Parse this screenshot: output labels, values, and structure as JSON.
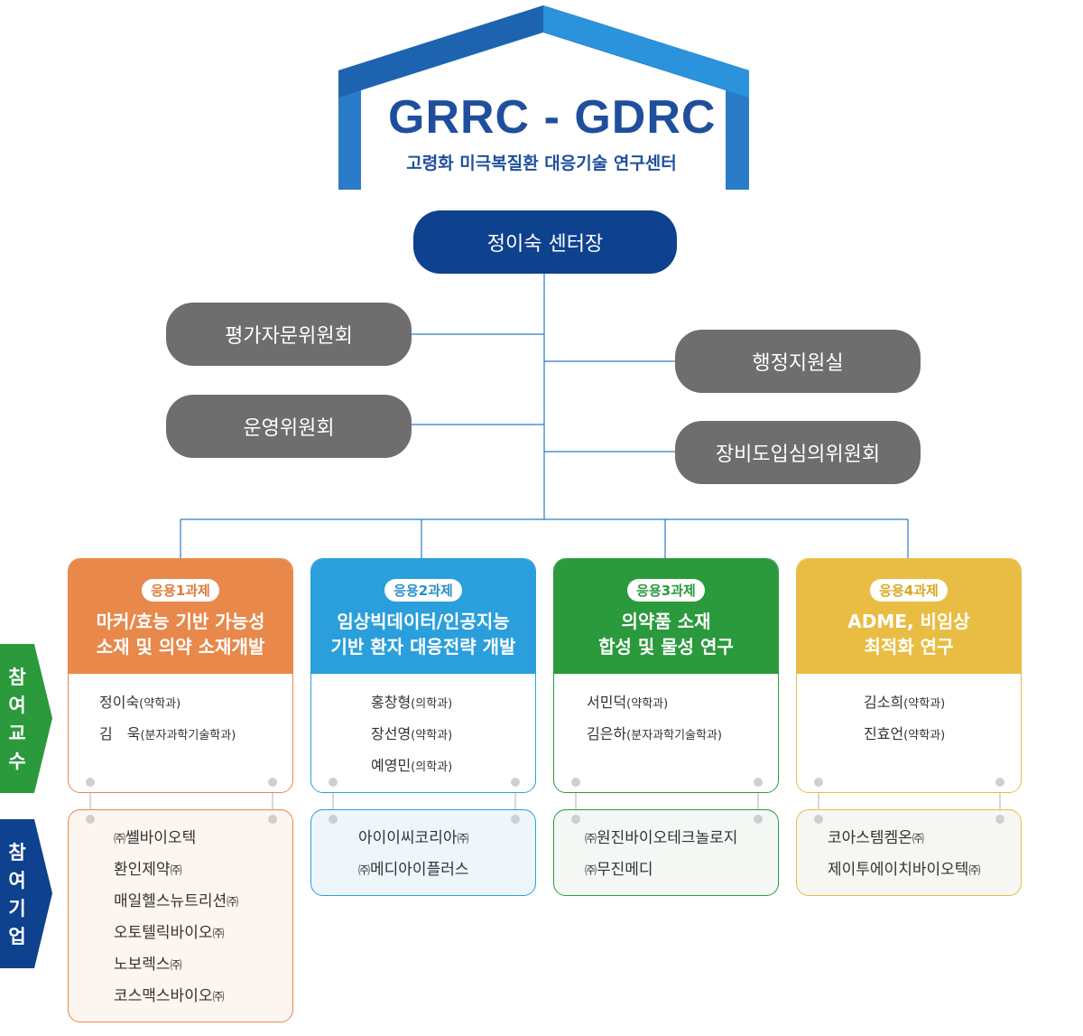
{
  "header": {
    "logo_part1": "GRRC",
    "logo_dash": "-",
    "logo_part2": "GDRC",
    "subtitle": "고령화 미극복질환 대응기술 연구센터"
  },
  "director": "정이숙 센터장",
  "committees": {
    "evaluation": "평가자문위원회",
    "operation": "운영위원회",
    "admin": "행정지원실",
    "equipment": "장비도입심의위원회"
  },
  "side_labels": {
    "professors": [
      "참",
      "여",
      "교",
      "수"
    ],
    "companies": [
      "참",
      "여",
      "기",
      "업"
    ]
  },
  "projects": [
    {
      "badge": "응용1과제",
      "title_line1": "마커/효능 기반 가능성",
      "title_line2": "소재 및 의약 소재개발",
      "professors": [
        {
          "name": "정이숙",
          "dept": "(약학과)"
        },
        {
          "name": "김　욱",
          "dept": "(분자과학기술학과)"
        }
      ],
      "companies": [
        {
          "pre": "㈜",
          "name": "쎌바이오텍",
          "post": ""
        },
        {
          "pre": "",
          "name": "환인제약",
          "post": "㈜"
        },
        {
          "pre": "",
          "name": "매일헬스뉴트리션",
          "post": "㈜"
        },
        {
          "pre": "",
          "name": "오토텔릭바이오",
          "post": "㈜"
        },
        {
          "pre": "",
          "name": "노보렉스",
          "post": "㈜"
        },
        {
          "pre": "",
          "name": "코스맥스바이오",
          "post": "㈜"
        }
      ]
    },
    {
      "badge": "응용2과제",
      "title_line1": "임상빅데이터/인공지능",
      "title_line2": "기반 환자 대응전략 개발",
      "professors": [
        {
          "name": "홍창형",
          "dept": "(의학과)"
        },
        {
          "name": "장선영",
          "dept": "(약학과)"
        },
        {
          "name": "예영민",
          "dept": "(의학과)"
        }
      ],
      "companies": [
        {
          "pre": "",
          "name": "아이이씨코리아",
          "post": "㈜"
        },
        {
          "pre": "㈜",
          "name": "메디아이플러스",
          "post": ""
        }
      ]
    },
    {
      "badge": "응용3과제",
      "title_line1": "의약품 소재",
      "title_line2": "합성 및 물성 연구",
      "professors": [
        {
          "name": "서민덕",
          "dept": "(약학과)"
        },
        {
          "name": "김은하",
          "dept": "(분자과학기술학과)"
        }
      ],
      "companies": [
        {
          "pre": "㈜",
          "name": "원진바이오테크놀로지",
          "post": ""
        },
        {
          "pre": "㈜",
          "name": "무진메디",
          "post": ""
        }
      ]
    },
    {
      "badge": "응용4과제",
      "title_line1": "ADME, 비임상",
      "title_line2": "최적화 연구",
      "professors": [
        {
          "name": "김소희",
          "dept": "(약학과)"
        },
        {
          "name": "진효언",
          "dept": "(약학과)"
        }
      ],
      "companies": [
        {
          "pre": "",
          "name": "코아스템켐온",
          "post": "㈜"
        },
        {
          "pre": "",
          "name": "제이투에이치바이오텍",
          "post": "㈜"
        }
      ]
    }
  ],
  "colors": {
    "navy": "#0e418e",
    "gray": "#6e6e6e",
    "orange": "#e8884a",
    "sky": "#2a9fdc",
    "green": "#2a9a3c",
    "yellow": "#e9bd44",
    "side_green": "#2a9a3c",
    "side_navy": "#0e418e"
  }
}
